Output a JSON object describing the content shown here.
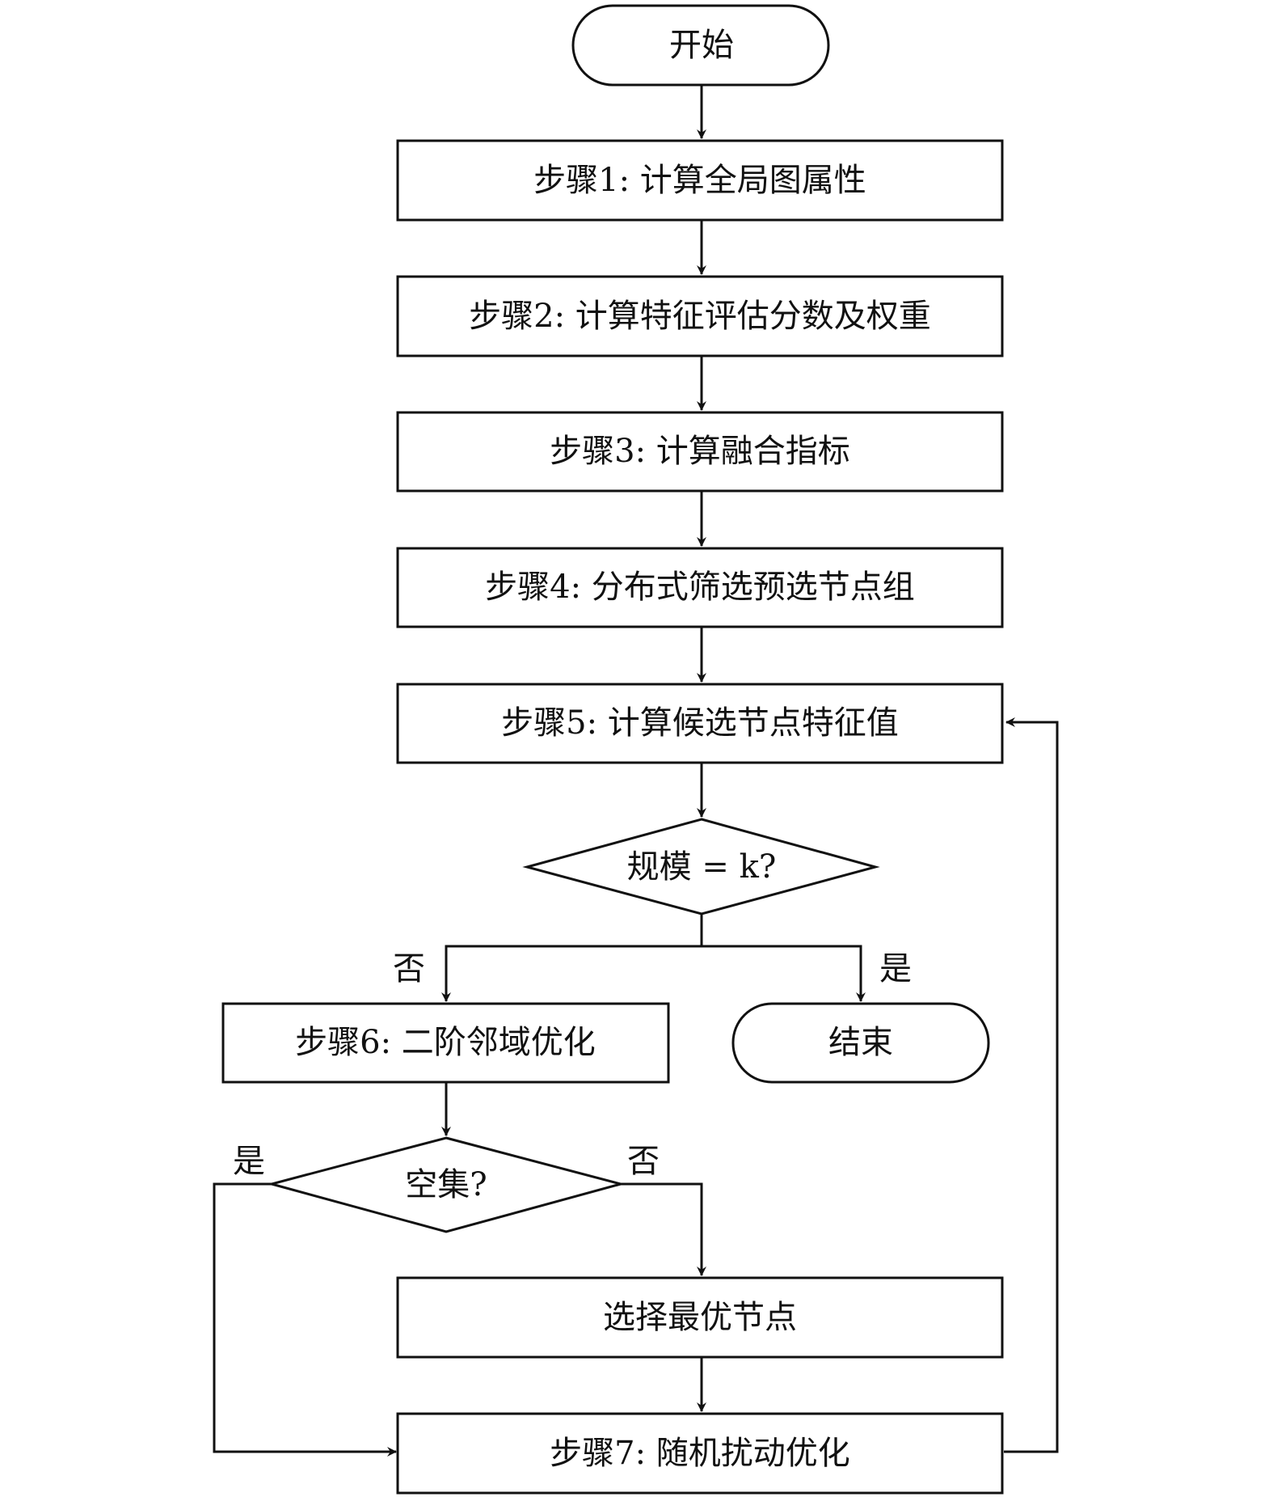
{
  "nodes": {
    "start": "开始",
    "step1": "步骤1: 计算全局图属性",
    "step2": "步骤2: 计算特征评估分数及权重",
    "step3": "步骤3: 计算融合指标",
    "step4": "步骤4: 分布式筛选预选节点组",
    "step5": "步骤5: 计算候选节点特征值",
    "decision_size": "规模 = k?",
    "step6": "步骤6: 二阶邻域优化",
    "end": "结束",
    "decision_empty": "空集?",
    "select_best": "选择最优节点",
    "step7": "步骤7: 随机扰动优化"
  },
  "edge_labels": {
    "size_no": "否",
    "size_yes": "是",
    "empty_yes": "是",
    "empty_no": "否"
  }
}
